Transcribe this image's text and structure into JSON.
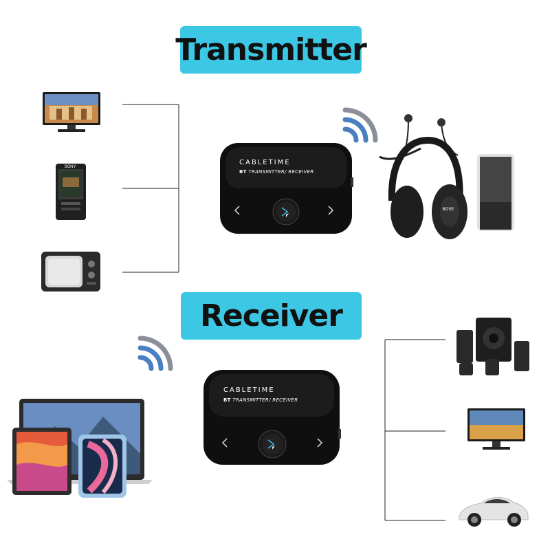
{
  "sections": {
    "transmitter": {
      "title": "Transmitter"
    },
    "receiver": {
      "title": "Receiver"
    }
  },
  "device": {
    "brand": "CABLETIME",
    "label_prefix": "BT",
    "label_text": "TRANSMITTER/ RECEIVER"
  },
  "logos": {
    "headphone_brand": "BOSE",
    "mp3_brand": "SONY"
  },
  "colors": {
    "banner": "#3cc8e4",
    "wifi": "#4a7fc1",
    "device_body": "#111111",
    "line": "#222222"
  },
  "icons": {
    "signal": "wifi-signal-icon",
    "play_pause": "play-pause-icon",
    "prev": "chevron-left-icon",
    "next": "chevron-right-icon"
  }
}
